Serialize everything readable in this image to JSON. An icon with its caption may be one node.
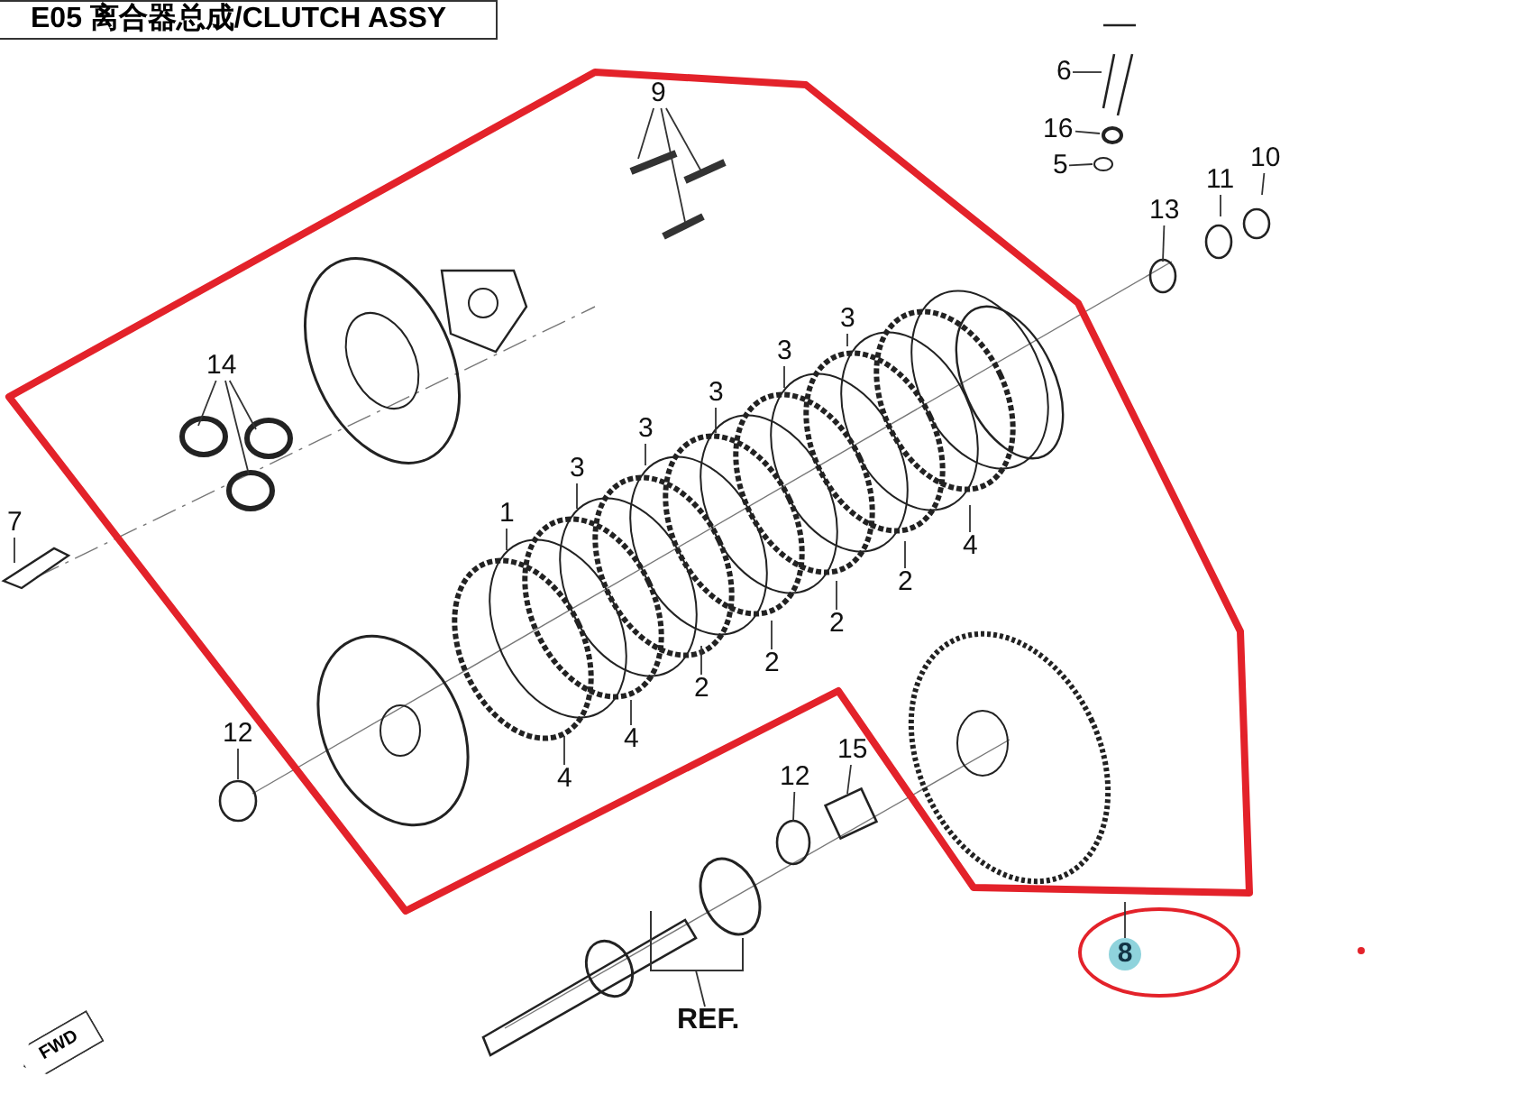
{
  "diagram": {
    "title": "E05 离合器总成/CLUTCH ASSY",
    "nodes": [
      {
        "text": [
          "9"
        ]
      },
      {
        "text": [
          "6"
        ]
      },
      {
        "text": [
          "16"
        ]
      },
      {
        "text": [
          "5"
        ]
      },
      {
        "text": [
          "13"
        ]
      },
      {
        "text": [
          "11"
        ]
      },
      {
        "text": [
          "10"
        ]
      },
      {
        "text": [
          "14"
        ]
      },
      {
        "text": [
          "3"
        ]
      },
      {
        "text": [
          "3"
        ]
      },
      {
        "text": [
          "3"
        ]
      },
      {
        "text": [
          "3"
        ]
      },
      {
        "text": [
          "3"
        ]
      },
      {
        "text": [
          "1"
        ]
      },
      {
        "text": [
          "7"
        ]
      },
      {
        "text": [
          "4"
        ]
      },
      {
        "text": [
          "2"
        ]
      },
      {
        "text": [
          "2"
        ]
      },
      {
        "text": [
          "2"
        ]
      },
      {
        "text": [
          "2"
        ]
      },
      {
        "text": [
          "4"
        ]
      },
      {
        "text": [
          "4"
        ]
      },
      {
        "text": [
          "12"
        ]
      },
      {
        "text": [
          "15"
        ]
      },
      {
        "text": [
          "12"
        ]
      },
      {
        "text": [
          "8"
        ]
      },
      {
        "text": [
          "REF."
        ]
      }
    ],
    "edges": [
      {
        "from": 0,
        "to": null,
        "arrow": "none"
      },
      {
        "from": 0,
        "to": null,
        "arrow": "none"
      },
      {
        "from": 0,
        "to": null,
        "arrow": "none"
      },
      {
        "from": 1,
        "to": null,
        "arrow": "none"
      },
      {
        "from": 2,
        "to": null,
        "arrow": "none"
      },
      {
        "from": 3,
        "to": null,
        "arrow": "none"
      },
      {
        "from": 4,
        "to": null,
        "arrow": "none"
      },
      {
        "from": 5,
        "to": null,
        "arrow": "none"
      },
      {
        "from": 6,
        "to": null,
        "arrow": "none"
      },
      {
        "from": 7,
        "to": null,
        "arrow": "none"
      },
      {
        "from": 7,
        "to": null,
        "arrow": "none"
      },
      {
        "from": 7,
        "to": null,
        "arrow": "none"
      },
      {
        "from": 8,
        "to": null,
        "arrow": "none"
      },
      {
        "from": 9,
        "to": null,
        "arrow": "none"
      },
      {
        "from": 10,
        "to": null,
        "arrow": "none"
      },
      {
        "from": 11,
        "to": null,
        "arrow": "none"
      },
      {
        "from": 12,
        "to": null,
        "arrow": "none"
      },
      {
        "from": 13,
        "to": null,
        "arrow": "none"
      },
      {
        "from": 14,
        "to": null,
        "arrow": "none"
      },
      {
        "from": 15,
        "to": null,
        "arrow": "none"
      },
      {
        "from": 16,
        "to": null,
        "arrow": "none"
      },
      {
        "from": 17,
        "to": null,
        "arrow": "none"
      },
      {
        "from": 18,
        "to": null,
        "arrow": "none"
      },
      {
        "from": 19,
        "to": null,
        "arrow": "none"
      },
      {
        "from": 20,
        "to": null,
        "arrow": "none"
      },
      {
        "from": 21,
        "to": null,
        "arrow": "none"
      },
      {
        "from": 22,
        "to": null,
        "arrow": "none"
      },
      {
        "from": 23,
        "to": null,
        "arrow": "none"
      },
      {
        "from": 24,
        "to": null,
        "arrow": "none"
      },
      {
        "from": 25,
        "to": null,
        "arrow": "none"
      },
      {
        "from": 26,
        "to": null,
        "arrow": "none"
      }
    ],
    "labels": [
      "FWD"
    ]
  }
}
